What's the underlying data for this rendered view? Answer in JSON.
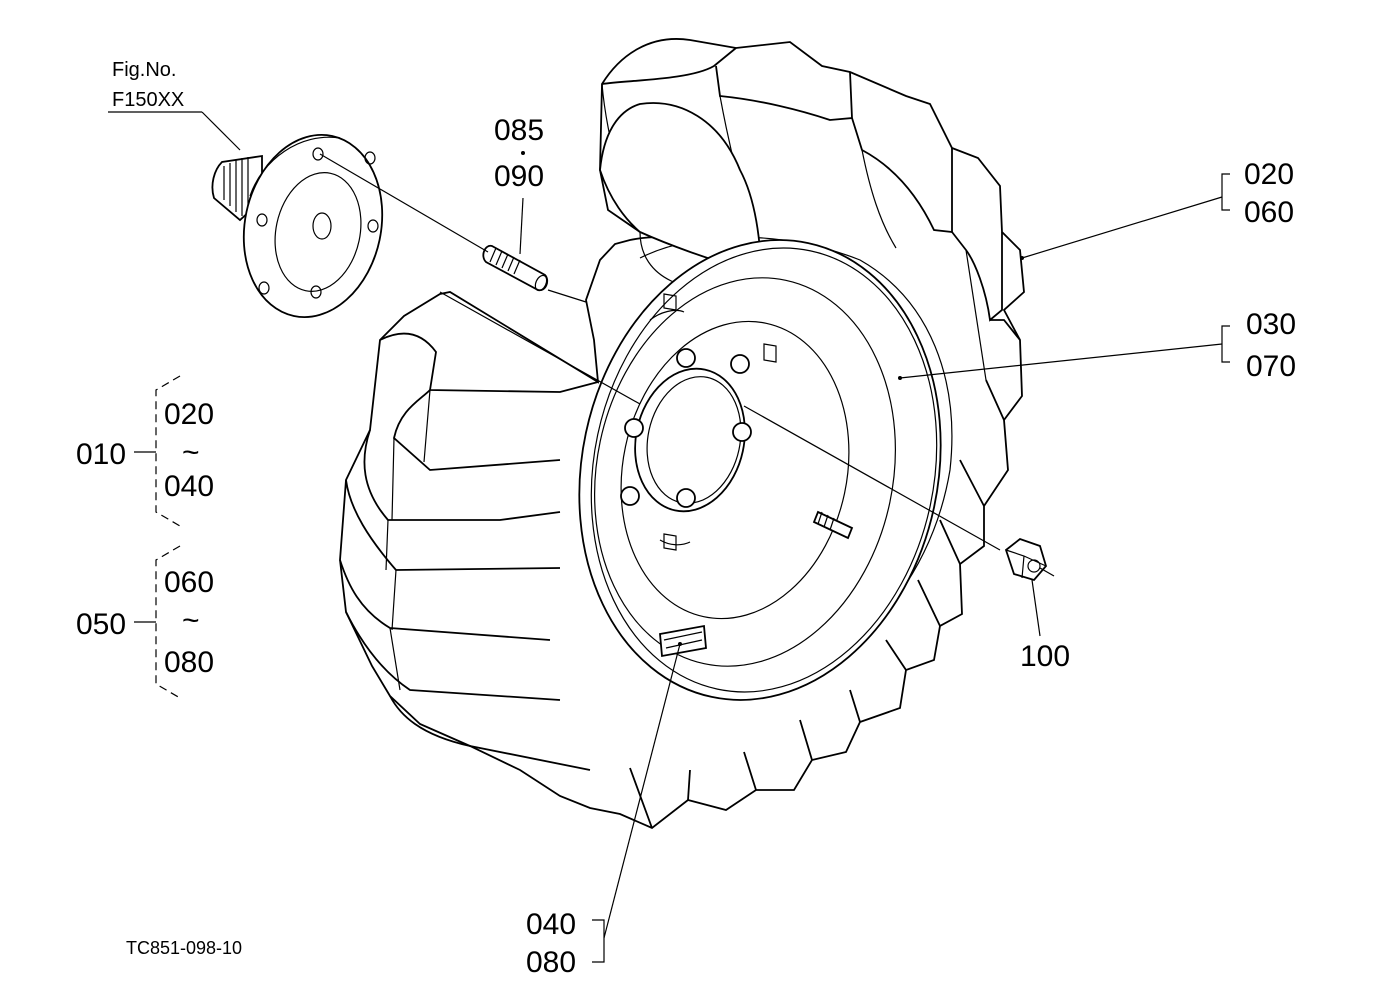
{
  "figure": {
    "fig_no_label": "Fig.No.",
    "fig_no_value": "F150XX",
    "drawing_code": "TC851-098-10"
  },
  "callouts": {
    "c085": "085",
    "c090": "090",
    "c020_top": "020",
    "c060_top": "060",
    "c030": "030",
    "c070": "070",
    "c100": "100",
    "c040_bottom": "040",
    "c080_bottom": "080"
  },
  "assemblies": [
    {
      "id": "010",
      "from": "020",
      "range_symbol": "~",
      "to": "040"
    },
    {
      "id": "050",
      "from": "060",
      "range_symbol": "~",
      "to": "080"
    }
  ]
}
